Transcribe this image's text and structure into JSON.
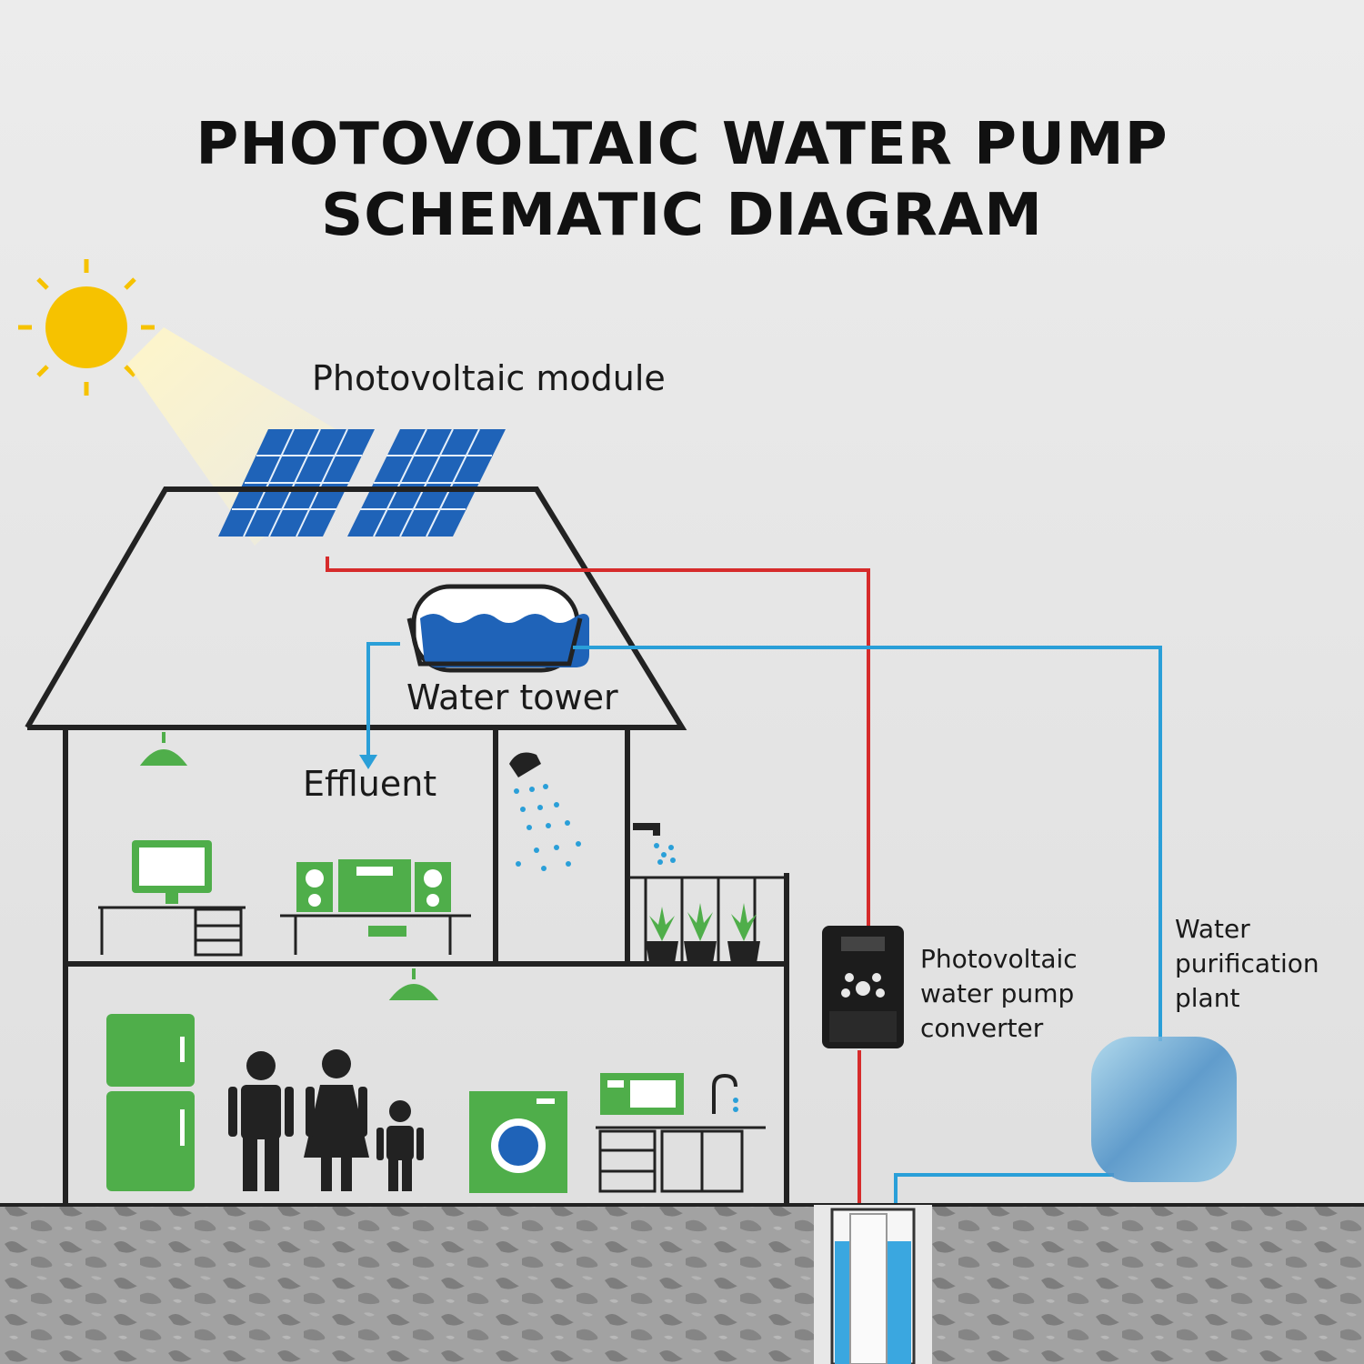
{
  "title": {
    "line1": "PHOTOVOLTAIC WATER PUMP",
    "line2": "SCHEMATIC DIAGRAM"
  },
  "labels": {
    "pv_module": "Photovoltaic module",
    "water_tower": "Water tower",
    "effluent": "Effluent",
    "converter": [
      "Photovoltaic",
      "water pump",
      "converter"
    ],
    "purification": [
      "Water",
      "purification",
      "plant"
    ]
  },
  "colors": {
    "background": "#e6e6e6",
    "power_line": "#d62b2b",
    "water_line": "#2a9fd8",
    "appliance_green": "#4fae4a",
    "panel_blue": "#1f63b8",
    "sun_yellow": "#f6c200",
    "ground": "#9a9a9a"
  }
}
